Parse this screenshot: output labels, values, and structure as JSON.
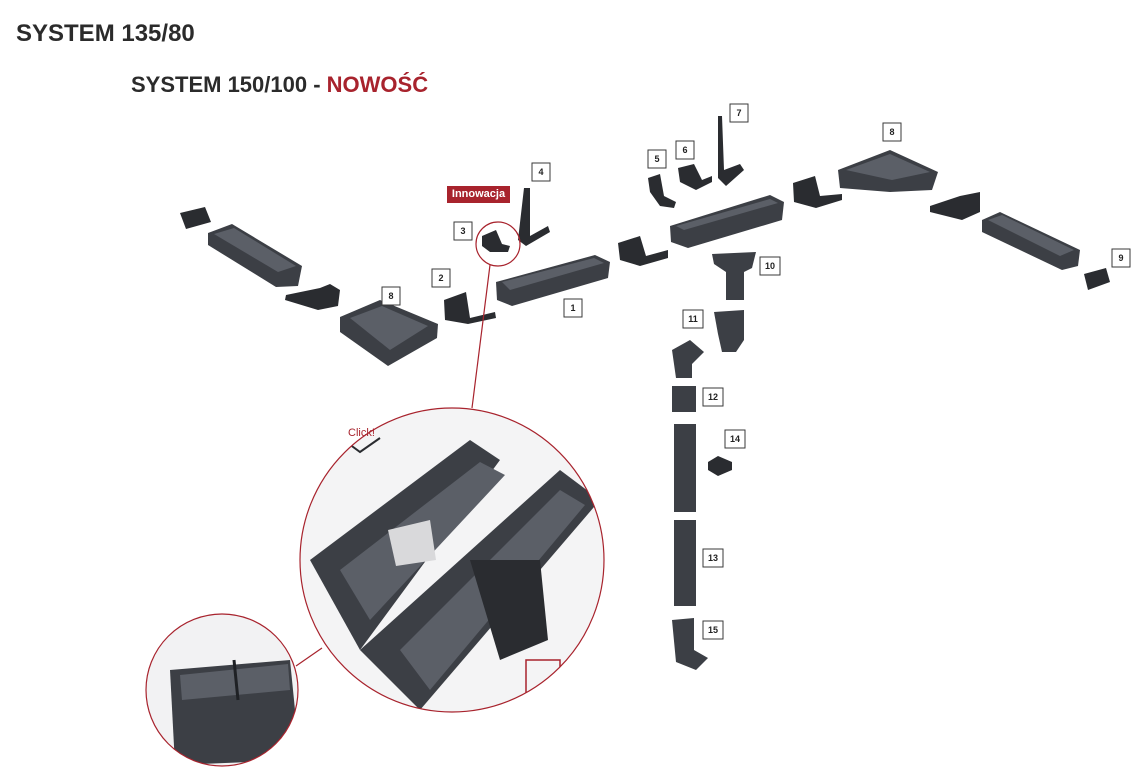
{
  "title": "SYSTEM 135/80",
  "subtitle_main": "SYSTEM 150/100 - ",
  "subtitle_highlight": "NOWOŚĆ",
  "badge": "Innowacja",
  "click_label": "Click!",
  "parts": [
    "1",
    "2",
    "3",
    "4",
    "5",
    "6",
    "7",
    "8",
    "8",
    "9",
    "10",
    "11",
    "12",
    "13",
    "14",
    "15"
  ],
  "colors": {
    "accent": "#a8232d",
    "gutter": "#3c3f45"
  }
}
